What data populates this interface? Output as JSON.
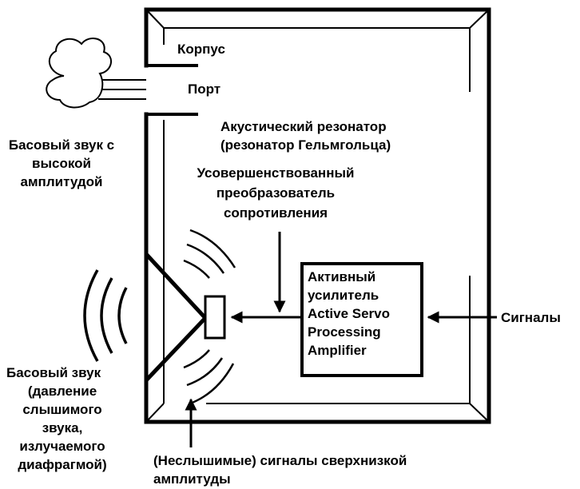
{
  "labels": {
    "enclosure": "Корпус",
    "port": "Порт",
    "resonator_1": "Акустический резонатор",
    "resonator_2": "(резонатор Гельмгольца)",
    "high_bass_1": "Басовый звук с",
    "high_bass_2": "высокой",
    "high_bass_3": "амплитудой",
    "converter_1": "Усовершенствованный",
    "converter_2": "преобразователь",
    "converter_3": "сопротивления",
    "amp_1": "Активный",
    "amp_2": "усилитель",
    "amp_3": "Active Servo",
    "amp_4": "Processing",
    "amp_5": "Amplifier",
    "signals": "Сигналы",
    "diaphragm_bass_1": "Басовый звук",
    "diaphragm_bass_2": "(давление",
    "diaphragm_bass_3": "слышимого",
    "diaphragm_bass_4": "звука,",
    "diaphragm_bass_5": "излучаемого",
    "diaphragm_bass_6": "диафрагмой)",
    "inaudible_1": "(Неслышимые) сигналы сверхнизкой",
    "inaudible_2": "амплитуды"
  },
  "colors": {
    "line": "#000000",
    "background": "#ffffff"
  }
}
